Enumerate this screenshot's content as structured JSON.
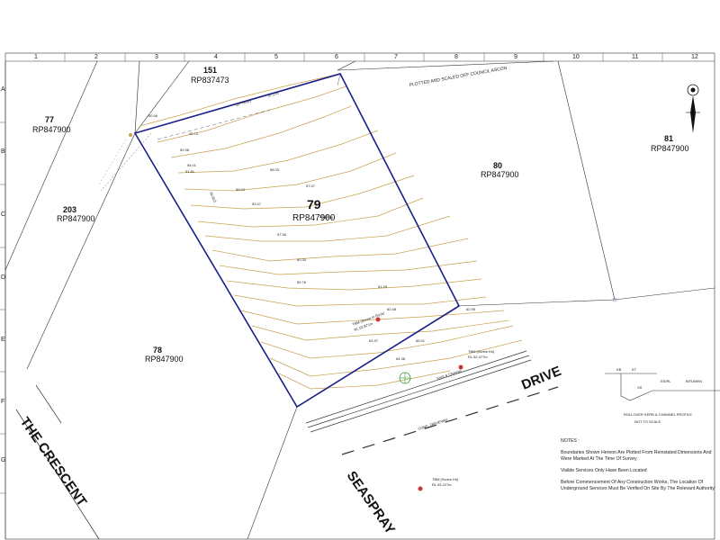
{
  "grid": {
    "columns": [
      "1",
      "2",
      "3",
      "4",
      "5",
      "6",
      "7",
      "8",
      "9",
      "10",
      "11",
      "12"
    ],
    "rows": [
      "A",
      "B",
      "C",
      "D",
      "E",
      "F",
      "G"
    ]
  },
  "lots": {
    "lot_151": {
      "number": "151",
      "plan": "RP837473"
    },
    "lot_77": {
      "number": "77",
      "plan": "RP847900"
    },
    "lot_203": {
      "number": "203",
      "plan": "RP847900"
    },
    "lot_78": {
      "number": "78",
      "plan": "RP847900"
    },
    "lot_80": {
      "number": "80",
      "plan": "RP847900"
    },
    "lot_81": {
      "number": "81",
      "plan": "RP847900"
    },
    "lot_79": {
      "number": "79",
      "plan": "RP847900"
    }
  },
  "roads": {
    "the_crescent": "THE CRESCENT",
    "seaspray": "SEASPRAY",
    "drive": "DRIVE"
  },
  "annotations": {
    "plotted": "PLOTTED AND SCALED OFF COUNCIL ASCON",
    "bearing_top": "117°05'20\"",
    "dist_top": "37.178",
    "dist_left": "55.813",
    "tbm_rock": "TBM (Screw in Rock)",
    "tbm_rock_rl": "RL 62.871m",
    "tbm_kb1": "TBM (Screw Kb)",
    "tbm_kb1_rl": "RL 62.477m",
    "tbm_kb2": "TBM (Screw Kb)",
    "tbm_kb2_rl": "RL 63.227m",
    "kerb_channel": "Kerb & Channel",
    "conc_driveway": "CONC. DRIVEWAY",
    "profile_kb": "KB",
    "profile_kt": "KT",
    "profile_ss": "SS",
    "profile_esrl": "ES/RL",
    "profile_bitumen": "BITUMEN",
    "profile_title": "ROLLOVER KERB & CHANNEL PROFILE",
    "profile_scale": "NOT TO SCALE"
  },
  "notes": {
    "heading": "NOTES :",
    "n1": "Boundaries Shown Hereon Are Plotted From Reinstated Dimensions And Were Marked At The Time Of Survey",
    "n2": "Visible Services Only Have Been Located",
    "n3": "Before Commencement Of Any Construction Works, The Location Of Underground Services Must Be Verified On Site By The Relevant Authority"
  },
  "spot_levels": {
    "l1": "56.03",
    "l2": "57.07",
    "l3": "58.23",
    "l4": "59.76",
    "l5": "60.56",
    "l6": "61.29",
    "l7": "62.48",
    "l8": "63.37",
    "l9": "64.38",
    "l10": "65.01",
    "l11": "53.47",
    "l12": "55.04",
    "l13": "57.56",
    "l14": "54.01",
    "l15": "52.98",
    "l16": "50.46",
    "l17": "49.72",
    "l18": "51.81",
    "l19": "60.33",
    "l20": "62.95"
  },
  "colors": {
    "boundary": "#1a1f8a",
    "contour": "#c9a24e",
    "line": "#333333",
    "tbm": "#cc3333"
  }
}
